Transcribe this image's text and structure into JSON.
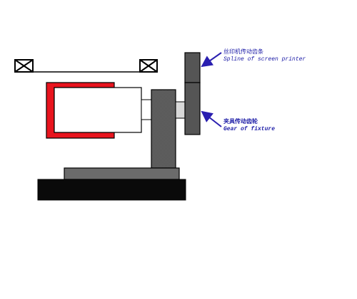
{
  "diagram": {
    "labels": {
      "spline_cn": "丝印机传动齿条",
      "spline_en": "Spline of screen printer",
      "gear_cn": "夹具传动齿轮",
      "gear_en": "Gear of fixture"
    },
    "colors": {
      "frame_red": "#e8141e",
      "body_gray": "#5a5a5a",
      "column_gray": "#555555",
      "platform_gray": "#6b6b6b",
      "base_black": "#0a0a0a",
      "arrow_blue": "#2a1fb0",
      "outline": "#000000"
    }
  }
}
